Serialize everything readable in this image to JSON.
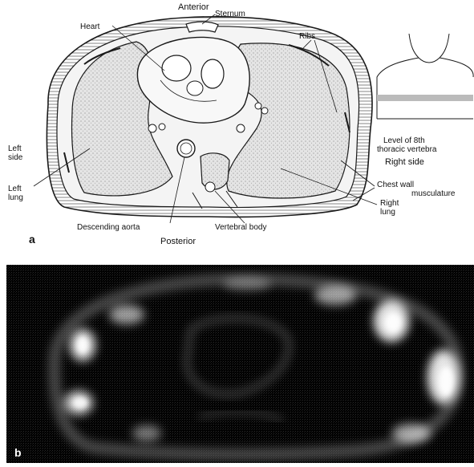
{
  "panel_a": {
    "letter": "a",
    "labels": {
      "anterior": "Anterior",
      "sternum": "Sternum",
      "heart": "Heart",
      "ribs": "Ribs",
      "left_side": "Left\nside",
      "level_line1": "Level of 8th",
      "level_line2": "thoracic vertebra",
      "right_side": "Right side",
      "chest_wall_line1": "Chest wall",
      "chest_wall_line2": "musculature",
      "left_lung_line1": "Left",
      "left_lung_line2": "lung",
      "right_lung_line1": "Right",
      "right_lung_line2": "lung",
      "descending_aorta": "Descending aorta",
      "vertebral_body": "Vertebral body",
      "posterior": "Posterior"
    }
  },
  "panel_b": {
    "letter": "b"
  },
  "colors": {
    "line": "#1a1a1a",
    "lung_fill": "#dcdcdc",
    "scan_background": "#050505",
    "scan_glow": "#ffffff"
  }
}
